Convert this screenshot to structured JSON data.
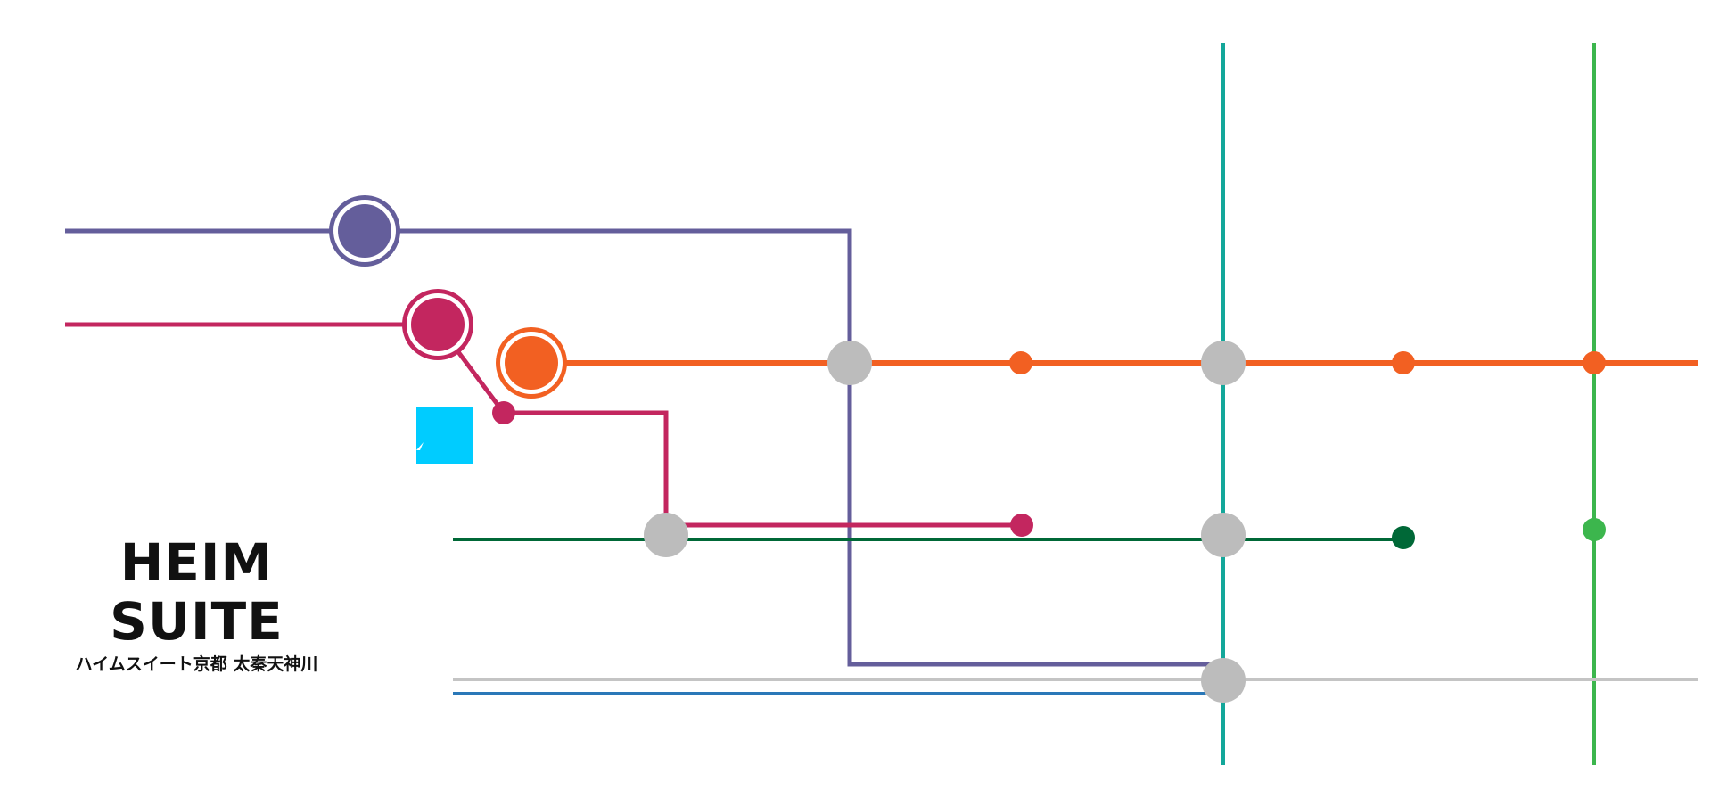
{
  "brand": {
    "name": "HEIM SUITE",
    "subtitle": "ハイムスイート京都 太秦天神川"
  },
  "colors": {
    "purple": "#645e9b",
    "magenta": "#c3265f",
    "orange": "#f26022",
    "dark_green": "#006837",
    "grey": "#c4c4c4",
    "blue": "#2a78b8",
    "teal": "#13a79a",
    "green": "#3cb64d",
    "interchange": "#bcbcbc",
    "cyan_marker": "#00ccff"
  },
  "lines": [
    {
      "id": "purple-line",
      "color_key": "purple"
    },
    {
      "id": "magenta-line",
      "color_key": "magenta"
    },
    {
      "id": "orange-line",
      "color_key": "orange"
    },
    {
      "id": "dark-green-line",
      "color_key": "dark_green"
    },
    {
      "id": "grey-line",
      "color_key": "grey"
    },
    {
      "id": "blue-line",
      "color_key": "blue"
    },
    {
      "id": "teal-line",
      "color_key": "teal"
    },
    {
      "id": "green-line",
      "color_key": "green"
    }
  ],
  "stations": [
    {
      "id": "purple-terminal",
      "kind": "terminal",
      "color_key": "purple"
    },
    {
      "id": "magenta-terminal",
      "kind": "terminal",
      "color_key": "magenta"
    },
    {
      "id": "orange-terminal",
      "kind": "terminal",
      "color_key": "orange"
    },
    {
      "id": "interchange-purple-orange",
      "kind": "interchange"
    },
    {
      "id": "interchange-teal-orange",
      "kind": "interchange"
    },
    {
      "id": "interchange-magenta-green",
      "kind": "interchange"
    },
    {
      "id": "interchange-teal-darkgreen",
      "kind": "interchange"
    },
    {
      "id": "interchange-teal-grey",
      "kind": "interchange"
    },
    {
      "id": "orange-stop-1",
      "kind": "stop",
      "color_key": "orange"
    },
    {
      "id": "orange-stop-2",
      "kind": "stop",
      "color_key": "orange"
    },
    {
      "id": "orange-stop-3",
      "kind": "stop",
      "color_key": "orange"
    },
    {
      "id": "magenta-stop-1",
      "kind": "stop",
      "color_key": "magenta"
    },
    {
      "id": "magenta-stop-2",
      "kind": "stop",
      "color_key": "magenta"
    },
    {
      "id": "dark-green-stop",
      "kind": "stop",
      "color_key": "dark_green"
    },
    {
      "id": "green-stop",
      "kind": "stop",
      "color_key": "green"
    }
  ],
  "marker": {
    "id": "location-marker",
    "color_key": "cyan_marker"
  }
}
